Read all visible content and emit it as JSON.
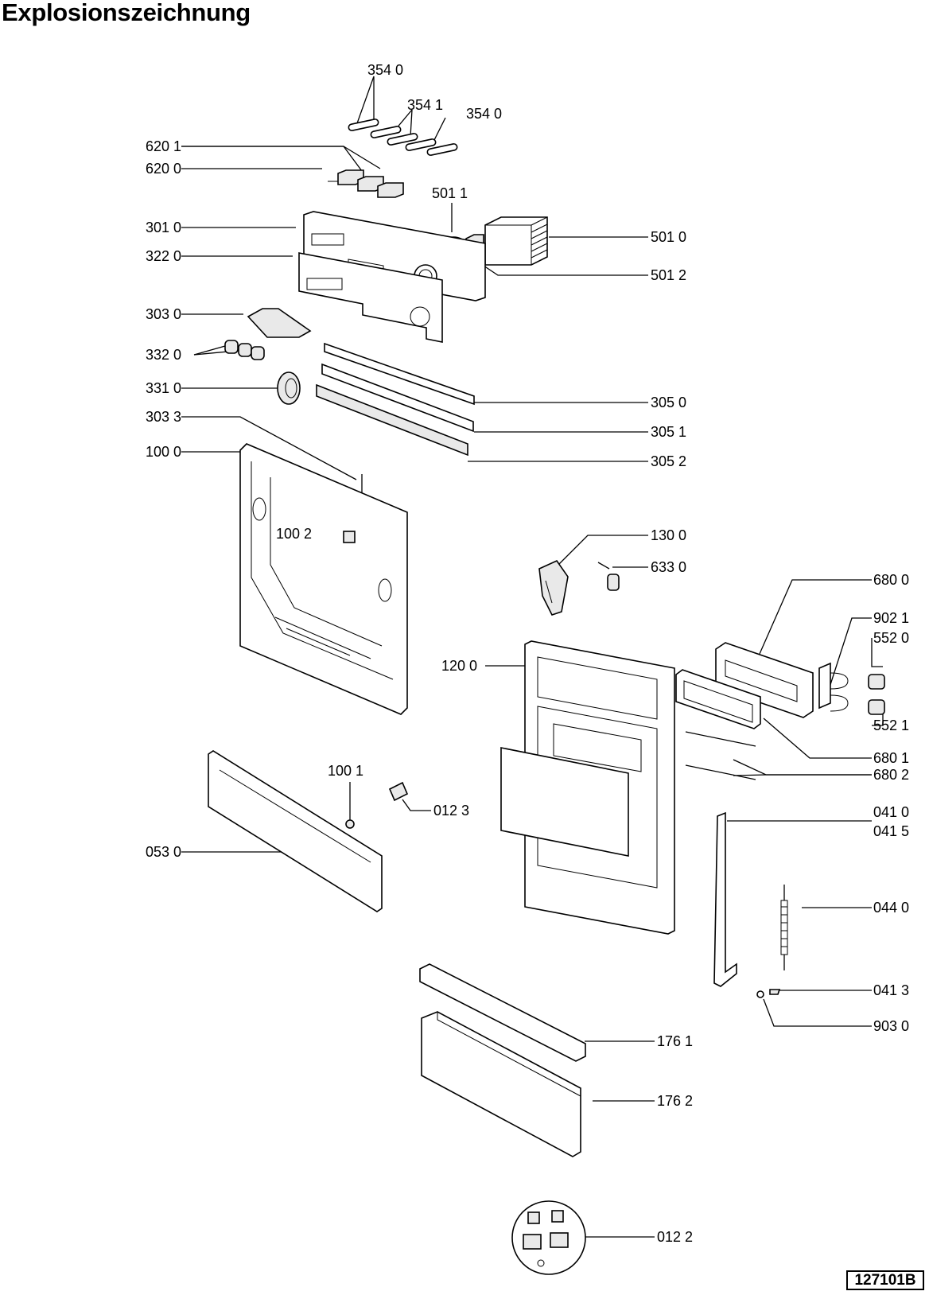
{
  "title": "Explosionszeichnung",
  "document_number": "127101B",
  "labels": {
    "l3540a": "354 0",
    "l3541": "354 1",
    "l3540b": "354 0",
    "l6201": "620 1",
    "l6200": "620 0",
    "l5011": "501 1",
    "l3010": "301 0",
    "l5010": "501 0",
    "l3220": "322 0",
    "l5012": "501 2",
    "l3030": "303 0",
    "l3320": "332 0",
    "l3310": "331 0",
    "l3050": "305 0",
    "l3033": "303 3",
    "l3051": "305 1",
    "l1000": "100 0",
    "l3052": "305 2",
    "l1002": "100 2",
    "l1300": "130 0",
    "l6330": "633 0",
    "l6800": "680 0",
    "l9021": "902 1",
    "l5520": "552 0",
    "l1200": "120 0",
    "l5521": "552 1",
    "l6801": "680 1",
    "l6802": "680 2",
    "l1001": "100 1",
    "l0123": "012 3",
    "l0410": "041 0",
    "l0415": "041 5",
    "l0530": "053 0",
    "l0440": "044 0",
    "l0413": "041 3",
    "l9030": "903 0",
    "l1761": "176 1",
    "l1762": "176 2",
    "l0122": "012 2"
  }
}
